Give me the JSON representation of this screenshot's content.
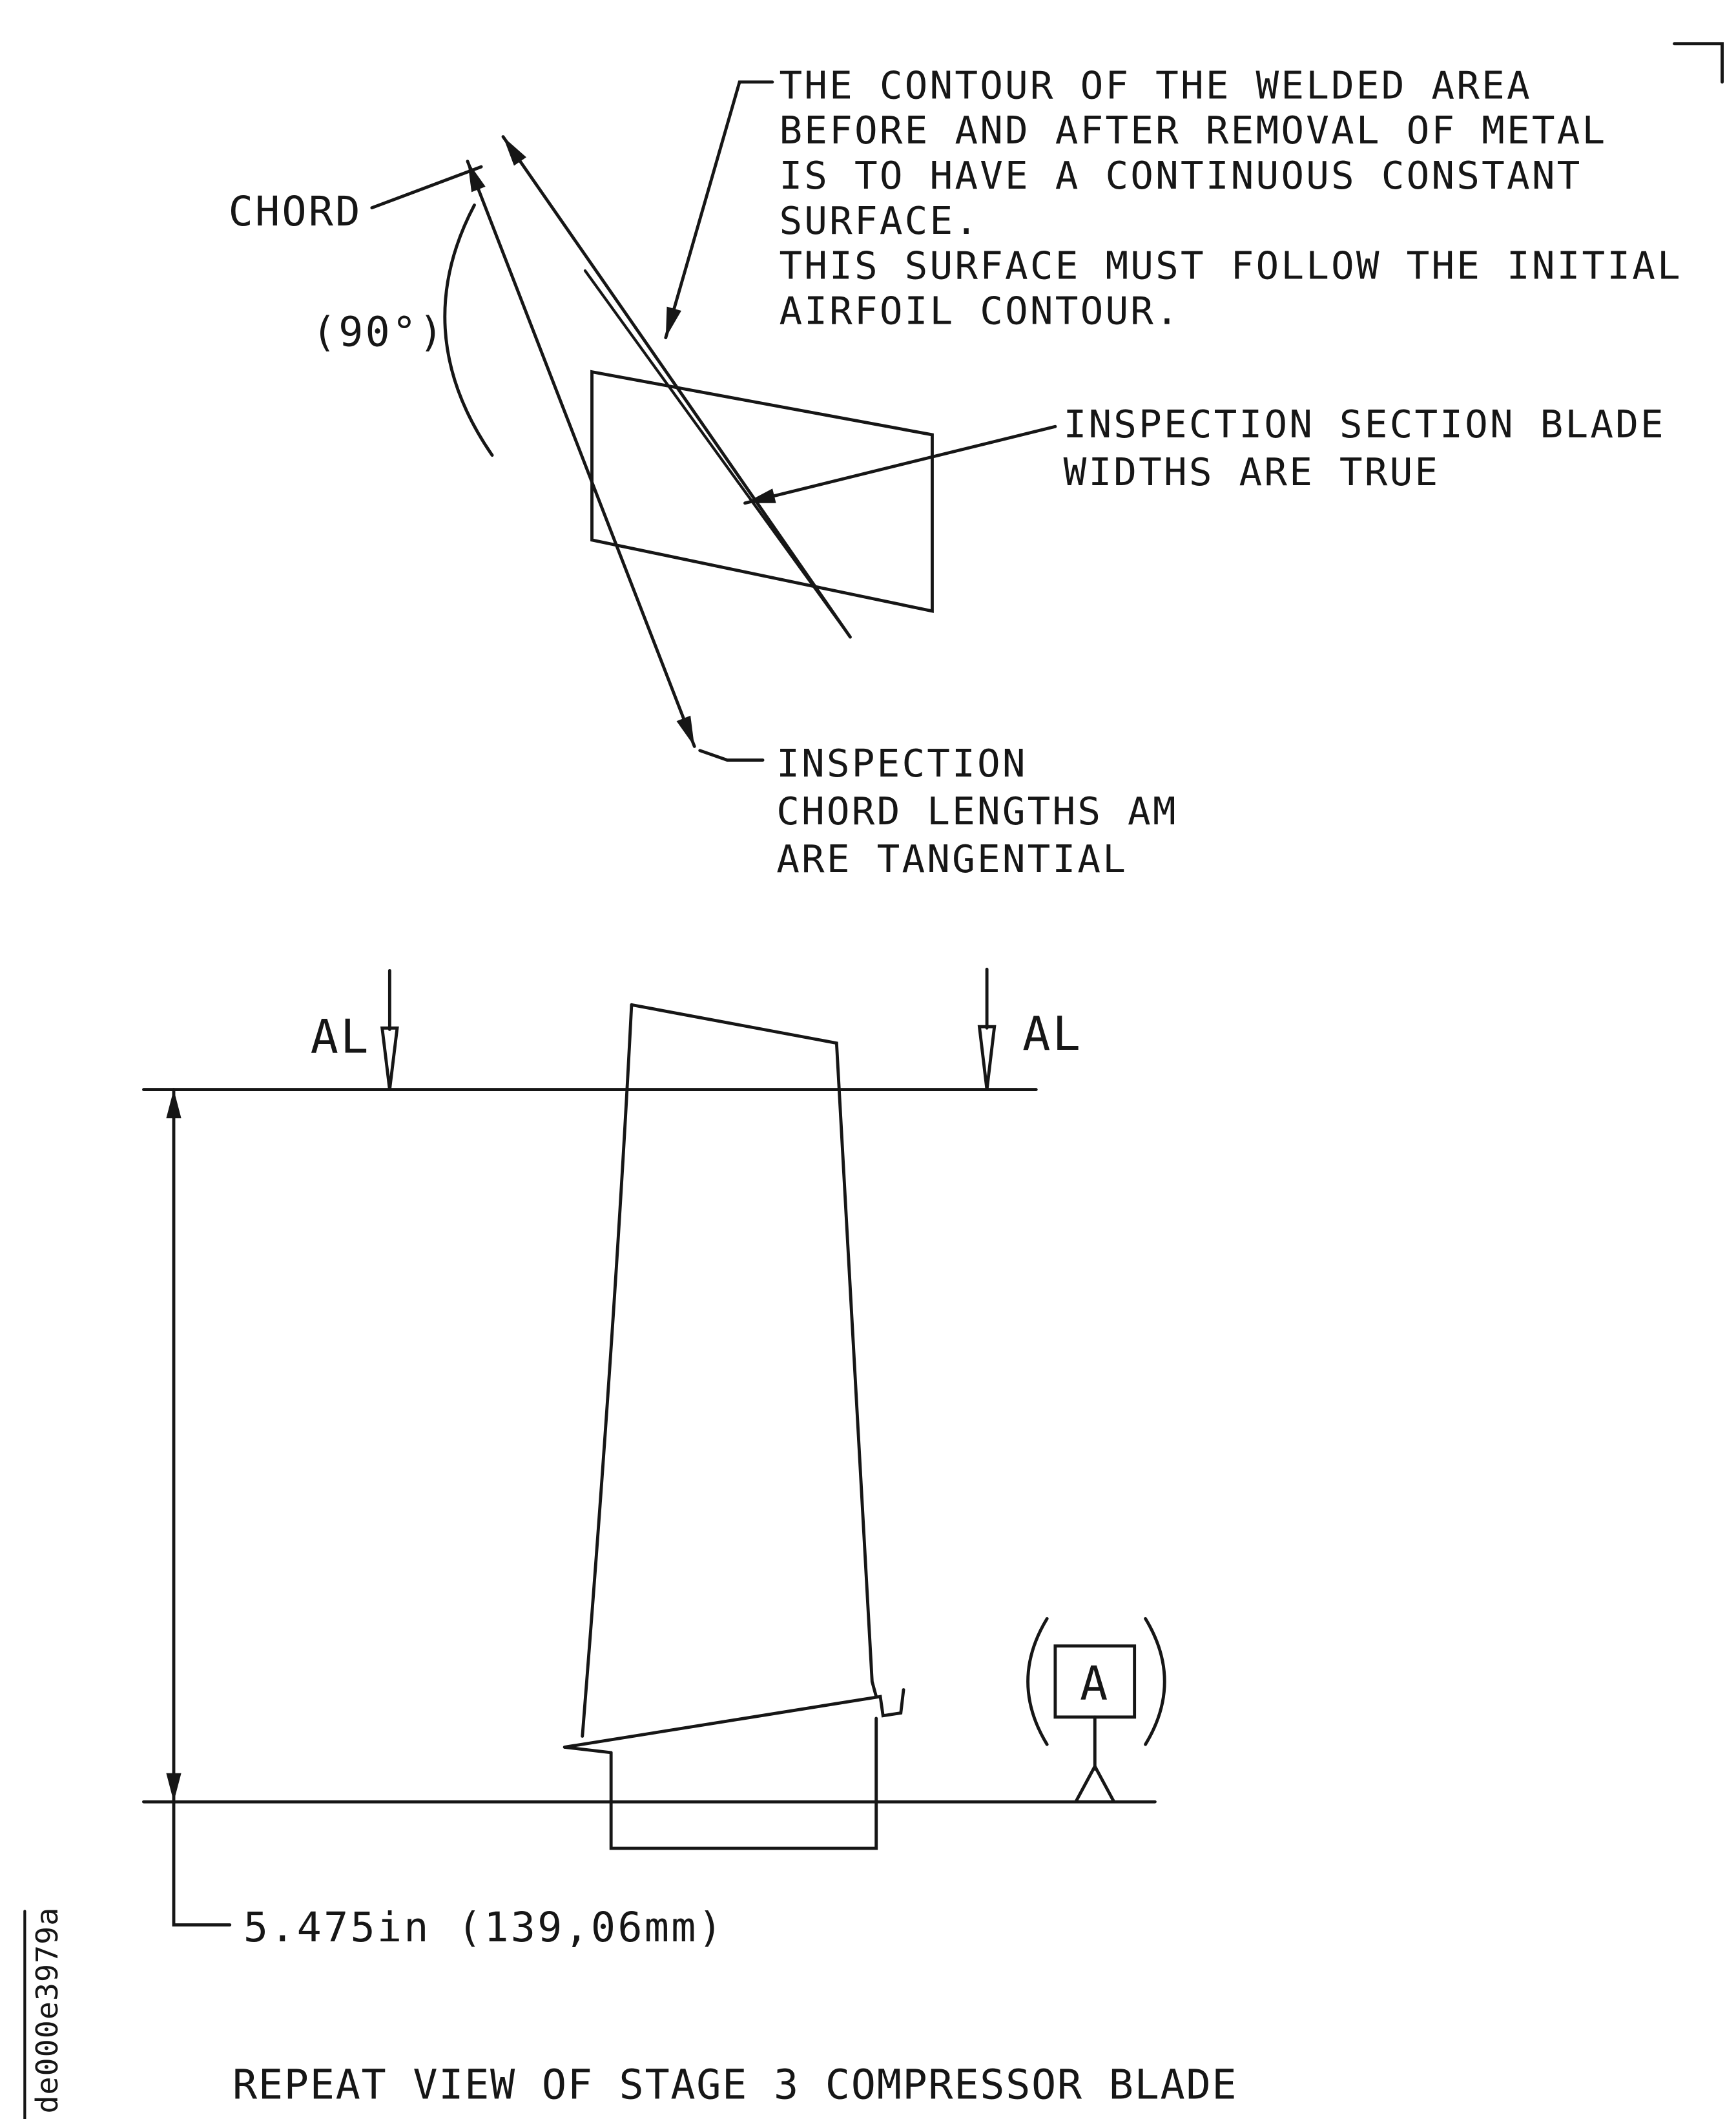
{
  "page": {
    "background": "#ffffff",
    "ink": "#161616",
    "doc_code": "de000e3979a",
    "caption": "REPEAT VIEW OF STAGE 3 COMPRESSOR BLADE"
  },
  "section_detail": {
    "chord_label": "CHORD",
    "angle_label": "(90°)",
    "weld_contour_note": [
      "THE CONTOUR OF THE WELDED AREA",
      "BEFORE AND AFTER REMOVAL OF METAL",
      "IS TO HAVE A CONTINUOUS CONSTANT",
      "SURFACE.",
      "THIS SURFACE MUST FOLLOW THE INITIAL",
      "AIRFOIL CONTOUR."
    ],
    "section_width_note": [
      "INSPECTION SECTION BLADE",
      "WIDTHS ARE TRUE"
    ],
    "chord_length_note": [
      "INSPECTION",
      "CHORD LENGTHS AM",
      "ARE TANGENTIAL"
    ]
  },
  "blade_view": {
    "section_marker_left": "AL",
    "section_marker_right": "AL",
    "datum_label": "A",
    "height_dimension": "5.475in (139,06mm)"
  }
}
